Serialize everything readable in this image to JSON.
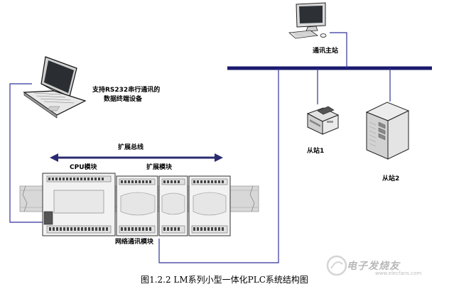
{
  "labels": {
    "master_station": "通讯主站",
    "terminal_line1": "支持RS232串行通讯的",
    "terminal_line2": "数据终端设备",
    "expansion_bus": "扩展总线",
    "cpu_module": "CPU模块",
    "expansion_module": "扩展模块",
    "slave1": "从站1",
    "slave2": "从站2",
    "network_module": "网络通讯模块"
  },
  "caption": "图1.2.2    LM系列小型一体化PLC系统结构图",
  "watermark": {
    "text": "电子发烧友",
    "domain": "www.elecfans.com"
  },
  "colors": {
    "bus_line": "#1a1a6e",
    "connection_line": "#333399",
    "expansion_arrow": "#2b2b70",
    "plc_body": "#f2f2f2"
  },
  "icons": {
    "desktop": "desktop-computer-icon",
    "laptop": "laptop-icon",
    "printer": "printer-icon",
    "server": "server-tower-icon"
  }
}
